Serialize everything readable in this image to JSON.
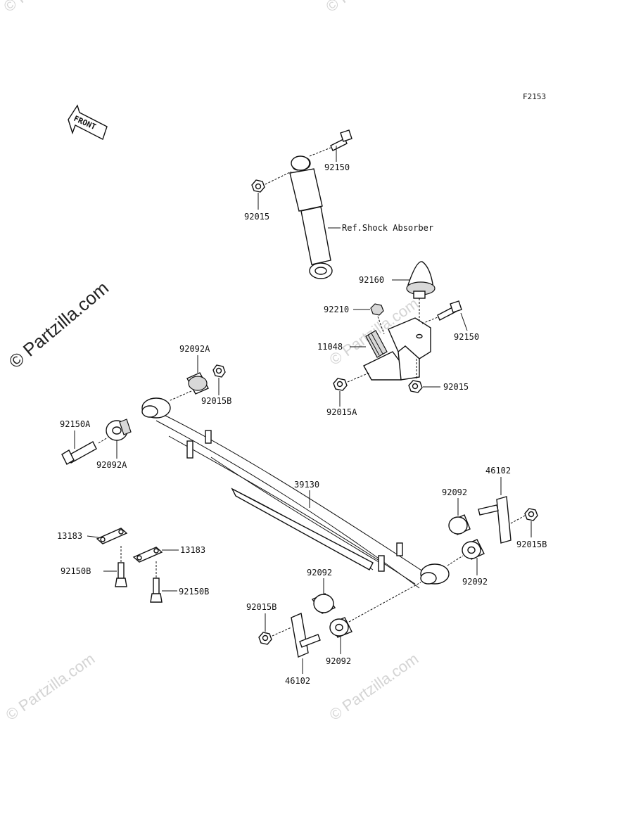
{
  "figure_code": "F2153",
  "front_label": "FRONT",
  "watermarks": {
    "main": "© Partzilla.com",
    "faint": "© Partzilla.com"
  },
  "callouts": {
    "shock_ref": "Ref.Shock Absorber",
    "p92150_top": "92150",
    "p92015_top": "92015",
    "p92160": "92160",
    "p92210": "92210",
    "p11048": "11048",
    "p92150_mid": "92150",
    "p92015_mid": "92015",
    "p92015A": "92015A",
    "p92092A_top": "92092A",
    "p92015B_top": "92015B",
    "p92150A": "92150A",
    "p92092A_left": "92092A",
    "p39130": "39130",
    "p46102_right": "46102",
    "p92092_r1": "92092",
    "p92015B_right": "92015B",
    "p92092_r2": "92092",
    "p13183_a": "13183",
    "p13183_b": "13183",
    "p92150B_a": "92150B",
    "p92150B_b": "92150B",
    "p92092_b1": "92092",
    "p92015B_bottom": "92015B",
    "p92092_b2": "92092",
    "p46102_bottom": "46102"
  }
}
